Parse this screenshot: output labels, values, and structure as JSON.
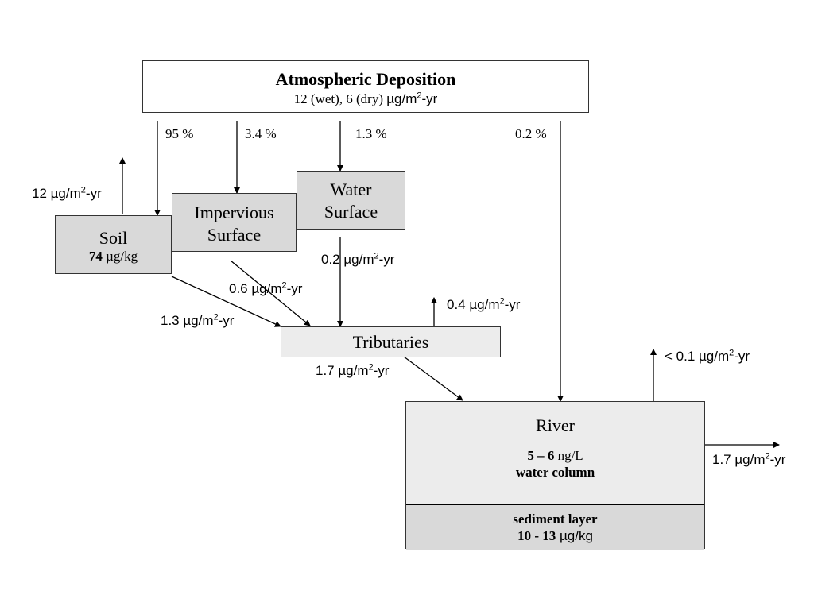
{
  "atmospheric": {
    "title": "Atmospheric Deposition",
    "rate_prefix": "12 (wet), 6 (dry) ",
    "rate_unit": "µg/m",
    "rate_sup": "2",
    "rate_suffix": "-yr"
  },
  "fractions": {
    "soil": "95 %",
    "impervious": "3.4 %",
    "water": "1.3 %",
    "river": "0.2 %"
  },
  "soil": {
    "title": "Soil",
    "value": "74",
    "unit": " µg/kg",
    "emission": {
      "pre": "12 µg/m",
      "sup": "2",
      "post": "-yr"
    }
  },
  "impervious": {
    "line1": "Impervious",
    "line2": "Surface"
  },
  "water_surface": {
    "line1": "Water",
    "line2": "Surface"
  },
  "flows": {
    "water_to_trib": {
      "pre": "0.2 µg/m",
      "sup": "2",
      "post": "-yr"
    },
    "imperv_to_trib": {
      "pre": "0.6 µg/m",
      "sup": "2",
      "post": "-yr"
    },
    "soil_to_trib": {
      "pre": "1.3 µg/m",
      "sup": "2",
      "post": "-yr"
    },
    "trib_emission": {
      "pre": "0.4 µg/m",
      "sup": "2",
      "post": "-yr"
    },
    "trib_to_river": {
      "pre": "1.7 µg/m",
      "sup": "2",
      "post": "-yr"
    },
    "river_emission": {
      "pre": "< 0.1 µg/m",
      "sup": "2",
      "post": "-yr"
    },
    "river_outflow": {
      "pre": "1.7 µg/m",
      "sup": "2",
      "post": "-yr"
    }
  },
  "tributaries": {
    "title": "Tributaries"
  },
  "river": {
    "title": "River",
    "conc_value": "5 – 6",
    "conc_unit": " ng/L",
    "water_column": "water column",
    "sediment_title": "sediment layer",
    "sediment_value": "10 - 13",
    "sediment_unit": " µg/kg"
  },
  "colors": {
    "box_fill": "#d9d9d9",
    "light_fill": "#ececec",
    "river_fill": "#ececec",
    "sediment_fill": "#d9d9d9",
    "stroke": "#000000"
  }
}
